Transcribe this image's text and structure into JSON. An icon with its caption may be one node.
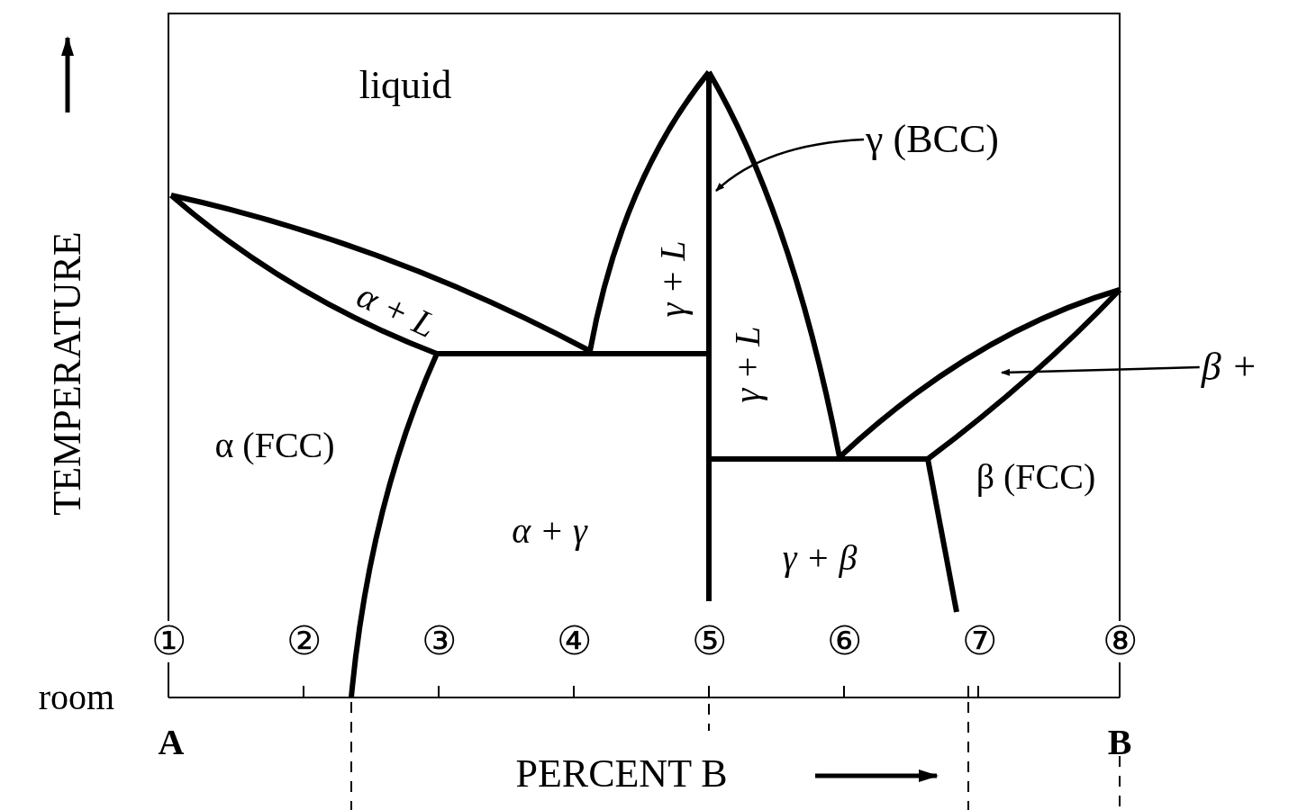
{
  "diagram": {
    "nodes": [
      {
        "text": [
          "γ (BCC)"
        ]
      },
      {
        "text": [
          "β +"
        ]
      }
    ],
    "edges": [
      {
        "from": 0,
        "to": null,
        "arrow": "to"
      },
      {
        "from": 1,
        "to": null,
        "arrow": "to"
      }
    ],
    "labels": [
      "TEMPERATURE",
      "liquid",
      "α + L",
      "γ + L",
      "γ + L",
      "α (FCC)",
      "β (FCC)",
      "α + γ",
      "γ + β",
      "①",
      "②",
      "③",
      "④",
      "⑤",
      "⑥",
      "⑦",
      "⑧",
      "room",
      "A",
      "B",
      "PERCENT B"
    ]
  }
}
